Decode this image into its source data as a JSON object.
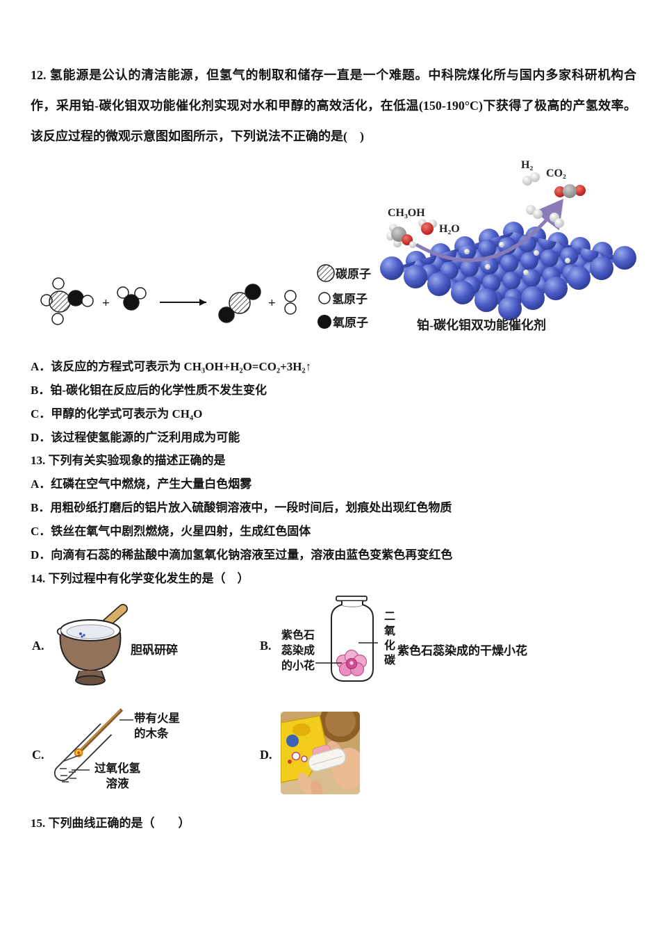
{
  "q12": {
    "stem": "12. 氢能源是公认的清洁能源，但氢气的制取和储存一直是一个难题。中科院煤化所与国内多家科研机构合作，采用铂-碳化钼双功能催化剂实现对水和甲醇的高效活化，在低温(150-190°C)下获得了极高的产氢效率。该反应过程的微观示意图如图所示，下列说法不正确的是(　)",
    "figure": {
      "mol_ch3oh": "CH₃OH",
      "mol_h2o": "H₂O",
      "mol_h2": "H₂",
      "mol_co2": "CO₂",
      "caption": "铂-碳化钼双功能催化剂",
      "legend_carbon": "碳原子",
      "legend_hydrogen": "氢原子",
      "legend_oxygen": "氧原子"
    },
    "options": [
      {
        "label": "A．",
        "text": "该反应的方程式可表示为 CH₃OH+H₂O=CO₂+3H₂↑"
      },
      {
        "label": "B．",
        "text": "铂-碳化钼在反应后的化学性质不发生变化"
      },
      {
        "label": "C．",
        "text": "甲醇的化学式可表示为 CH₄O"
      },
      {
        "label": "D．",
        "text": "该过程使氢能源的广泛利用成为可能"
      }
    ]
  },
  "q13": {
    "stem": "13. 下列有关实验现象的描述正确的是",
    "options": [
      {
        "label": "A．",
        "text": "红磷在空气中燃烧，产生大量白色烟雾"
      },
      {
        "label": "B．",
        "text": "用粗砂纸打磨后的铝片放入硫酸铜溶液中，一段时间后，划痕处出现红色物质"
      },
      {
        "label": "C．",
        "text": "铁丝在氧气中剧烈燃烧，火星四射，生成红色固体"
      },
      {
        "label": "D．",
        "text": "向滴有石蕊的稀盐酸中滴加氢氧化钠溶液至过量，溶液由蓝色变紫色再变红色"
      }
    ]
  },
  "q14": {
    "stem": "14. 下列过程中有化学变化发生的是（　）",
    "optionA": {
      "label": "A.",
      "caption": "胆矾研碎"
    },
    "optionB": {
      "label": "B.",
      "flower_label": "紫色石蕊染成的小花",
      "gas_label": "二氧化碳",
      "caption": "紫色石蕊染成的干燥小花"
    },
    "optionC": {
      "label": "C.",
      "splint_label": "带有火星的木条",
      "solution_label": "过氧化氢溶液"
    },
    "optionD": {
      "label": "D."
    }
  },
  "q15": {
    "stem": "15. 下列曲线正确的是（　　）"
  },
  "colors": {
    "catalyst_blue": "#4a5cc6",
    "catalyst_yellow": "#ecd90f",
    "arrow_purple": "#8b7cb8",
    "oxygen_red": "#d42020",
    "flower_pink": "#ef86b8"
  }
}
